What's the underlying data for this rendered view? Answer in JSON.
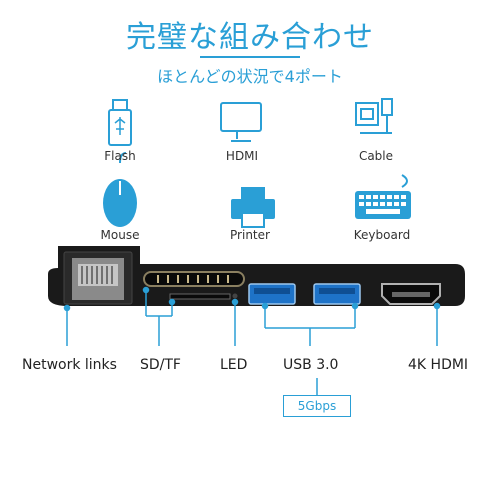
{
  "header": {
    "title": "完璧な組み合わせ",
    "subtitle": "ほとんどの状況で4ポート"
  },
  "devices": [
    {
      "name": "flash",
      "label": "Flash",
      "icon": "usb-flash-icon"
    },
    {
      "name": "hdmi",
      "label": "HDMI",
      "icon": "monitor-icon"
    },
    {
      "name": "cable",
      "label": "Cable",
      "icon": "ethernet-cable-icon"
    },
    {
      "name": "mouse",
      "label": "Mouse",
      "icon": "mouse-icon"
    },
    {
      "name": "printer",
      "label": "Printer",
      "icon": "printer-icon"
    },
    {
      "name": "keyboard",
      "label": "Keyboard",
      "icon": "keyboard-icon"
    }
  ],
  "ports": {
    "network": "Network links",
    "sdtf": "SD/TF",
    "led": "LED",
    "usb": "USB 3.0",
    "usb_speed": "5Gbps",
    "hdmi": "4K HDMI"
  },
  "colors": {
    "accent": "#2a9fd6",
    "hub_body": "#1a1a1a",
    "usb_port": "#1e73c8"
  }
}
